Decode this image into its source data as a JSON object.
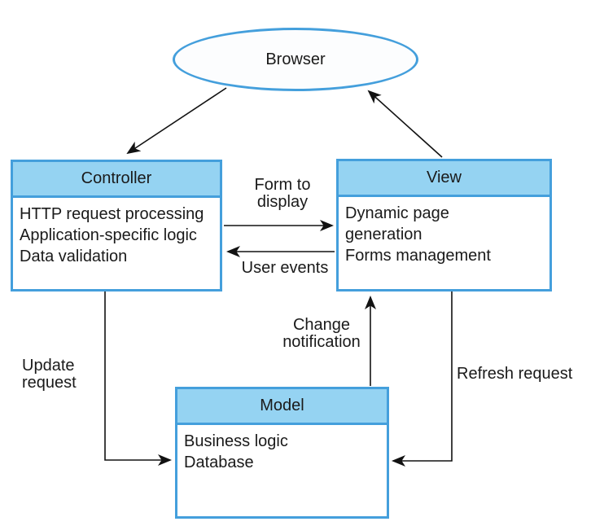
{
  "colors": {
    "box-border": "#449fdc",
    "header-fill": "#95d3f2",
    "ellipse-fill": "#fcfdfe",
    "line": "#121212",
    "text": "#1a1a1a"
  },
  "nodes": {
    "browser": {
      "label": "Browser"
    },
    "controller": {
      "title": "Controller",
      "lines": [
        "HTTP request processing",
        "Application-specific logic",
        "Data validation"
      ]
    },
    "view": {
      "title": "View",
      "lines": [
        "Dynamic page generation",
        "Forms management"
      ]
    },
    "model": {
      "title": "Model",
      "lines": [
        "Business logic",
        "Database"
      ]
    }
  },
  "edge_labels": {
    "form_to_display": "Form to display",
    "user_events": "User events",
    "update_request": "Update request",
    "change_notification": "Change notification",
    "refresh_request": "Refresh request"
  }
}
